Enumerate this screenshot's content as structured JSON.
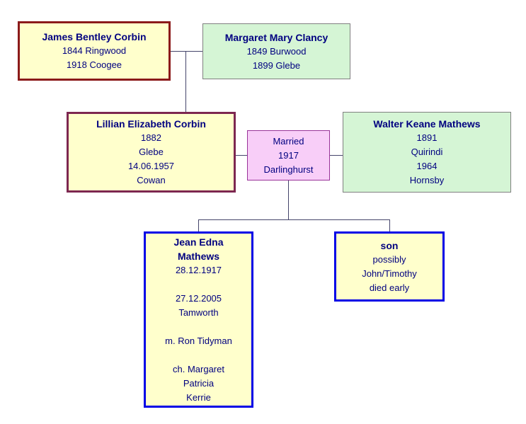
{
  "diagram": {
    "type": "family-tree",
    "boxes": {
      "james": {
        "title": "James Bentley Corbin",
        "lines": [
          "1844 Ringwood",
          "1918 Coogee"
        ]
      },
      "margaret": {
        "title": "Margaret Mary Clancy",
        "lines": [
          "1849 Burwood",
          "1899 Glebe"
        ]
      },
      "lillian": {
        "title": "Lillian Elizabeth Corbin",
        "lines": [
          "1882",
          "Glebe",
          "14.06.1957",
          "Cowan"
        ]
      },
      "married": {
        "lines": [
          "Married",
          "1917",
          "Darlinghurst"
        ]
      },
      "walter": {
        "title": "Walter Keane Mathews",
        "lines": [
          "1891",
          "Quirindi",
          "1964",
          "Hornsby"
        ]
      },
      "jean": {
        "title_lines": [
          "Jean Edna",
          "Mathews"
        ],
        "lines": [
          "28.12.1917",
          "",
          "27.12.2005",
          "Tamworth",
          "",
          "m. Ron Tidyman",
          "",
          "ch. Margaret",
          "Patricia",
          "Kerrie"
        ]
      },
      "son": {
        "title": "son",
        "lines": [
          "possibly",
          "John/Timothy",
          "died early"
        ]
      }
    },
    "colors": {
      "text": "#000080",
      "box_yellow": "#ffffcc",
      "box_green": "#d5f5d5",
      "box_pink": "#f8cef8",
      "border_dark_red": "#8b1a1a",
      "border_plum": "#7d2750",
      "border_blue": "#0000e6",
      "border_purple": "#993399",
      "border_gray": "#808080",
      "connector": "#44446a"
    }
  }
}
